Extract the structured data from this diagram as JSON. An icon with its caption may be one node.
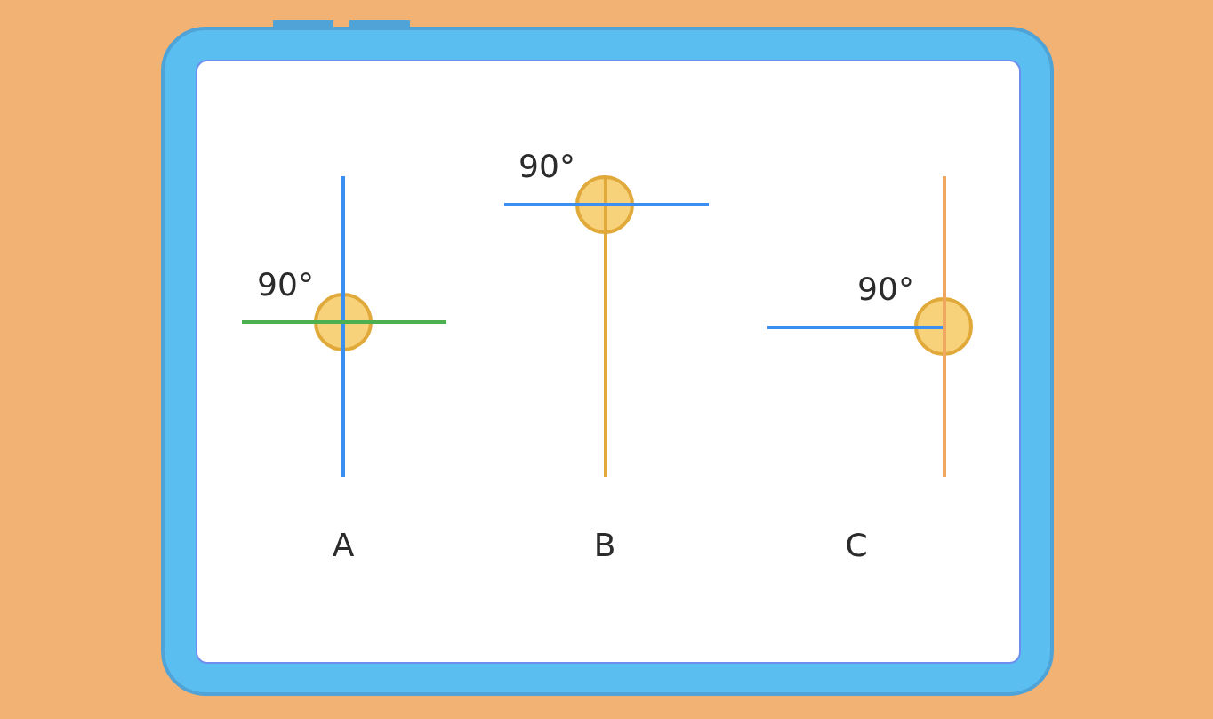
{
  "diagram": {
    "labels": [
      "90°",
      "90°",
      "90°",
      "A",
      "B",
      "C"
    ]
  }
}
